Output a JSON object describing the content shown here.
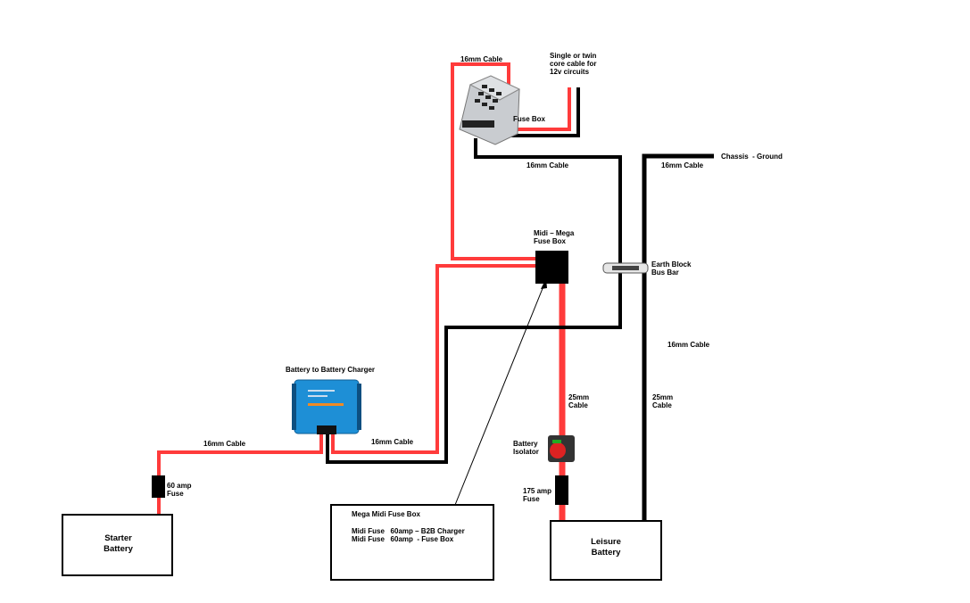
{
  "colors": {
    "positive": "#ff3b3b",
    "negative": "#000000",
    "charger": "#1e8fd6"
  },
  "labels": {
    "cable_fusebox_top": "16mm Cable",
    "single_twin": "Single or twin\ncore cable for\n12v circuits",
    "fuse_box": "Fuse Box",
    "cable_fusebox_ground": "16mm Cable",
    "chassis_ground": "Chassis  - Ground",
    "cable_chassis": "16mm Cable",
    "midi_mega": "Midi – Mega\nFuse Box",
    "earth_block": "Earth Block\nBus Bar",
    "cable_earth_vertical": "16mm Cable",
    "b2b_charger": "Battery to Battery Charger",
    "cable_starter": "16mm Cable",
    "cable_charger_out": "16mm Cable",
    "fuse_60": "60 amp\nFuse",
    "cable_25_red": "25mm\nCable",
    "cable_25_black": "25mm\nCable",
    "battery_isolator": "Battery\nIsolator",
    "fuse_175": "175 amp\nFuse",
    "starter_battery": "Starter\nBattery",
    "leisure_battery": "Leisure\nBattery",
    "mega_note_title": "Mega Midi Fuse Box",
    "mega_note_line1": "Midi Fuse   60amp – B2B Charger",
    "mega_note_line2": "Midi Fuse   60amp  - Fuse Box"
  }
}
